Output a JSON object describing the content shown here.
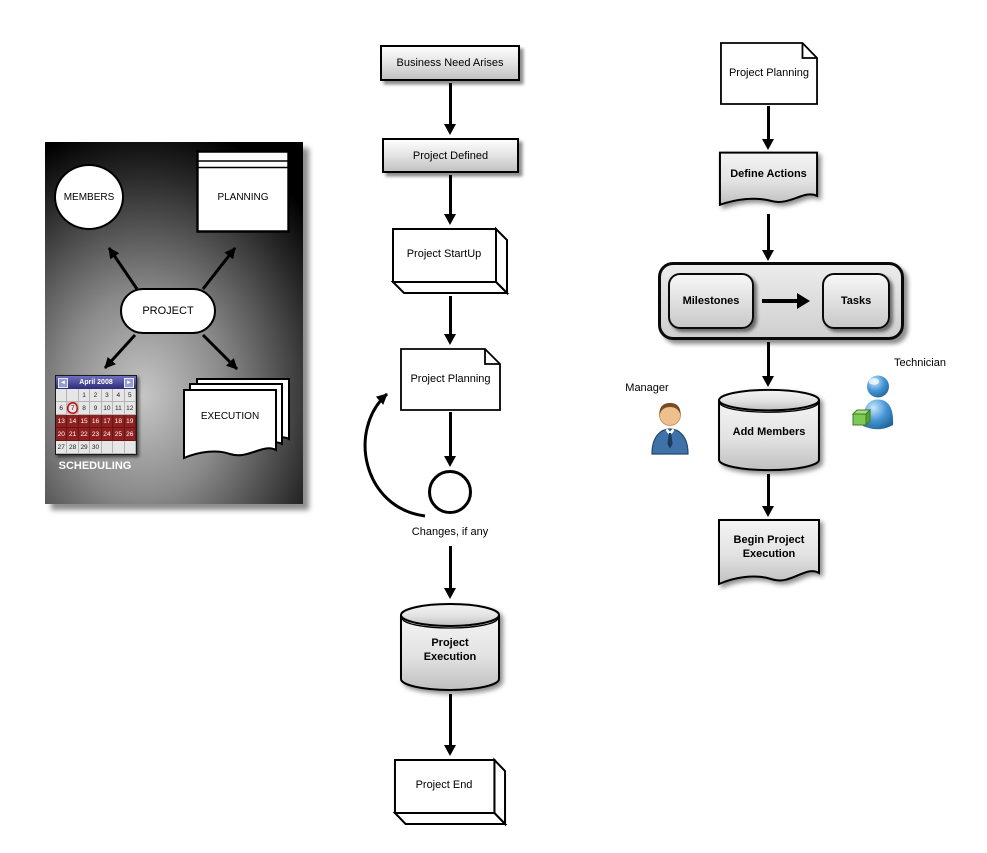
{
  "overview_panel": {
    "members_label": "MEMBERS",
    "planning_label": "PLANNING",
    "project_label": "PROJECT",
    "scheduling_label": "SCHEDULING",
    "execution_label": "EXECUTION",
    "calendar": {
      "prev_glyph": "◄",
      "title": "April 2008",
      "next_glyph": "►",
      "weeks": [
        [
          "",
          "",
          "1",
          "2",
          "3",
          "4",
          "5"
        ],
        [
          "6",
          "7",
          "8",
          "9",
          "10",
          "11",
          "12"
        ],
        [
          "13",
          "14",
          "15",
          "16",
          "17",
          "18",
          "19"
        ],
        [
          "20",
          "21",
          "22",
          "23",
          "24",
          "25",
          "26"
        ],
        [
          "27",
          "28",
          "29",
          "30",
          "",
          "",
          ""
        ]
      ]
    }
  },
  "main_flow": {
    "business_need": "Business Need Arises",
    "project_defined": "Project Defined",
    "project_startup": "Project StartUp",
    "project_planning": "Project Planning",
    "changes_label": "Changes, if any",
    "project_execution": "Project Execution",
    "project_end": "Project End"
  },
  "detail_flow": {
    "project_planning": "Project Planning",
    "define_actions": "Define Actions",
    "milestones": "Milestones",
    "tasks": "Tasks",
    "add_members": "Add Members",
    "manager_label": "Manager",
    "technician_label": "Technician",
    "begin_execution": "Begin Project Execution"
  },
  "colors": {
    "stroke": "#000000",
    "shape_fill_light": "#fdfdfd",
    "shape_fill_dark": "#c2c2c2",
    "panel_background_dark": "#000000",
    "panel_background_light": "#c6c6c6",
    "calendar_header": "#2c2c78",
    "calendar_highlight": "#8e2020",
    "manager_shirt": "#3f72a8",
    "technician_blue": "#4795d6",
    "technician_green": "#7ec855"
  }
}
